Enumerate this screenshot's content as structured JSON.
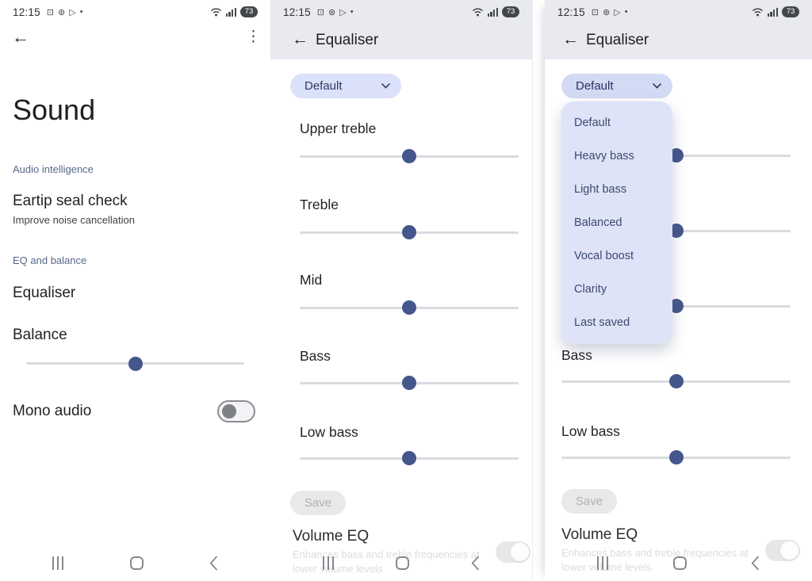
{
  "statusbar": {
    "time": "12:15",
    "battery_percent": "73",
    "left_icons": [
      "screen-capture-icon",
      "record-icon",
      "play-store-icon",
      "notification-dot"
    ],
    "right_icons": [
      "wifi-icon",
      "signal-icon",
      "battery-pill"
    ]
  },
  "nav": {
    "recents": "recents-icon",
    "home": "home-icon",
    "back": "back-icon"
  },
  "sound": {
    "title": "Sound",
    "section_audio": "Audio intelligence",
    "eartip_title": "Eartip seal check",
    "eartip_subtitle": "Improve noise cancellation",
    "section_eq": "EQ and balance",
    "equaliser_label": "Equaliser",
    "balance_label": "Balance",
    "balance_value": 50,
    "mono_label": "Mono audio",
    "mono_on": false
  },
  "equaliser": {
    "title": "Equaliser",
    "preset_selected": "Default",
    "sliders": [
      {
        "label": "Upper treble",
        "value": 50
      },
      {
        "label": "Treble",
        "value": 50
      },
      {
        "label": "Mid",
        "value": 50
      },
      {
        "label": "Bass",
        "value": 50
      },
      {
        "label": "Low bass",
        "value": 50
      }
    ],
    "save_label": "Save",
    "save_enabled": false,
    "volume_eq_title": "Volume EQ",
    "volume_eq_subtitle": "Enhances bass and treble frequencies at lower volume levels",
    "volume_eq_on": true
  },
  "dropdown": {
    "options": [
      "Default",
      "Heavy bass",
      "Light bass",
      "Balanced",
      "Vocal boost",
      "Clarity",
      "Last saved"
    ]
  },
  "colors": {
    "accent_thumb": "#44568c",
    "track": "#d9dbe0",
    "header_bg": "#e9e9f0",
    "pill_bg": "#dbe1f8",
    "menu_bg": "#dee3f8",
    "menu_text": "#3c4a6e",
    "section_label": "#58688a",
    "save_bg": "#e9e9ea"
  }
}
